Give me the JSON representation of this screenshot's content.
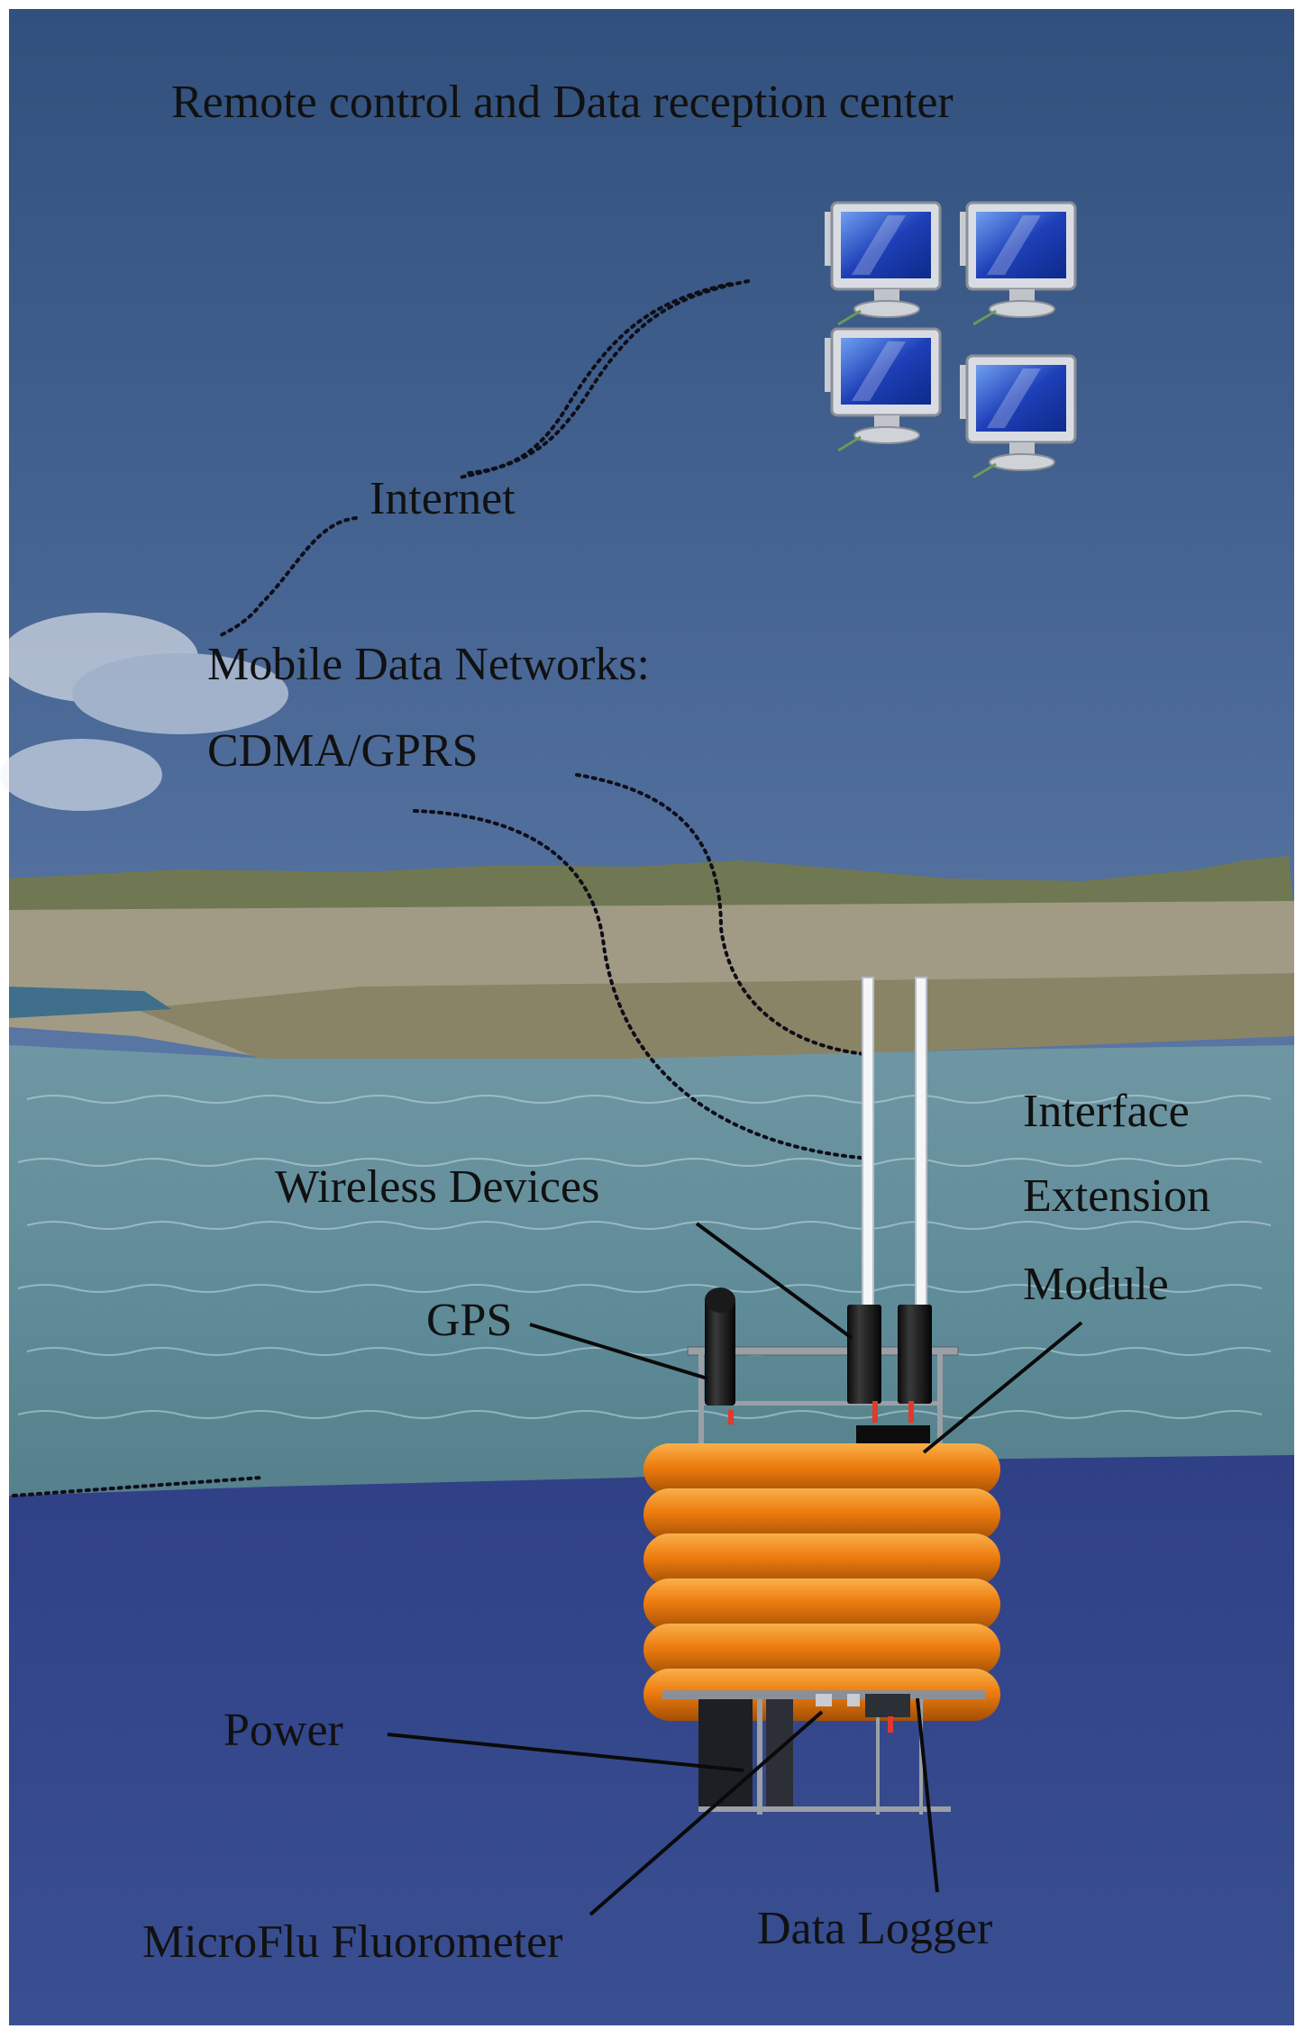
{
  "title": "Remote control and Data reception center",
  "labels": {
    "internet": "Internet",
    "mobile_line1": "Mobile Data Networks:",
    "mobile_line2": "CDMA/GPRS",
    "interface_line1": "Interface",
    "interface_line2": "Extension",
    "interface_line3": "Module",
    "wireless": "Wireless Devices",
    "gps": "GPS",
    "power": "Power",
    "fluorometer": "MicroFlu Fluorometer",
    "data_logger": "Data Logger"
  },
  "icons": [
    "computer-icon",
    "computer-icon",
    "computer-icon",
    "computer-icon"
  ],
  "colors": {
    "sky_top": "#34527f",
    "sky_bottom": "#8ea6c8",
    "water": "#5f8a96",
    "deep_water": "#34478c",
    "buoy_orange": "#ee7f10",
    "land": "#7d7a60"
  }
}
